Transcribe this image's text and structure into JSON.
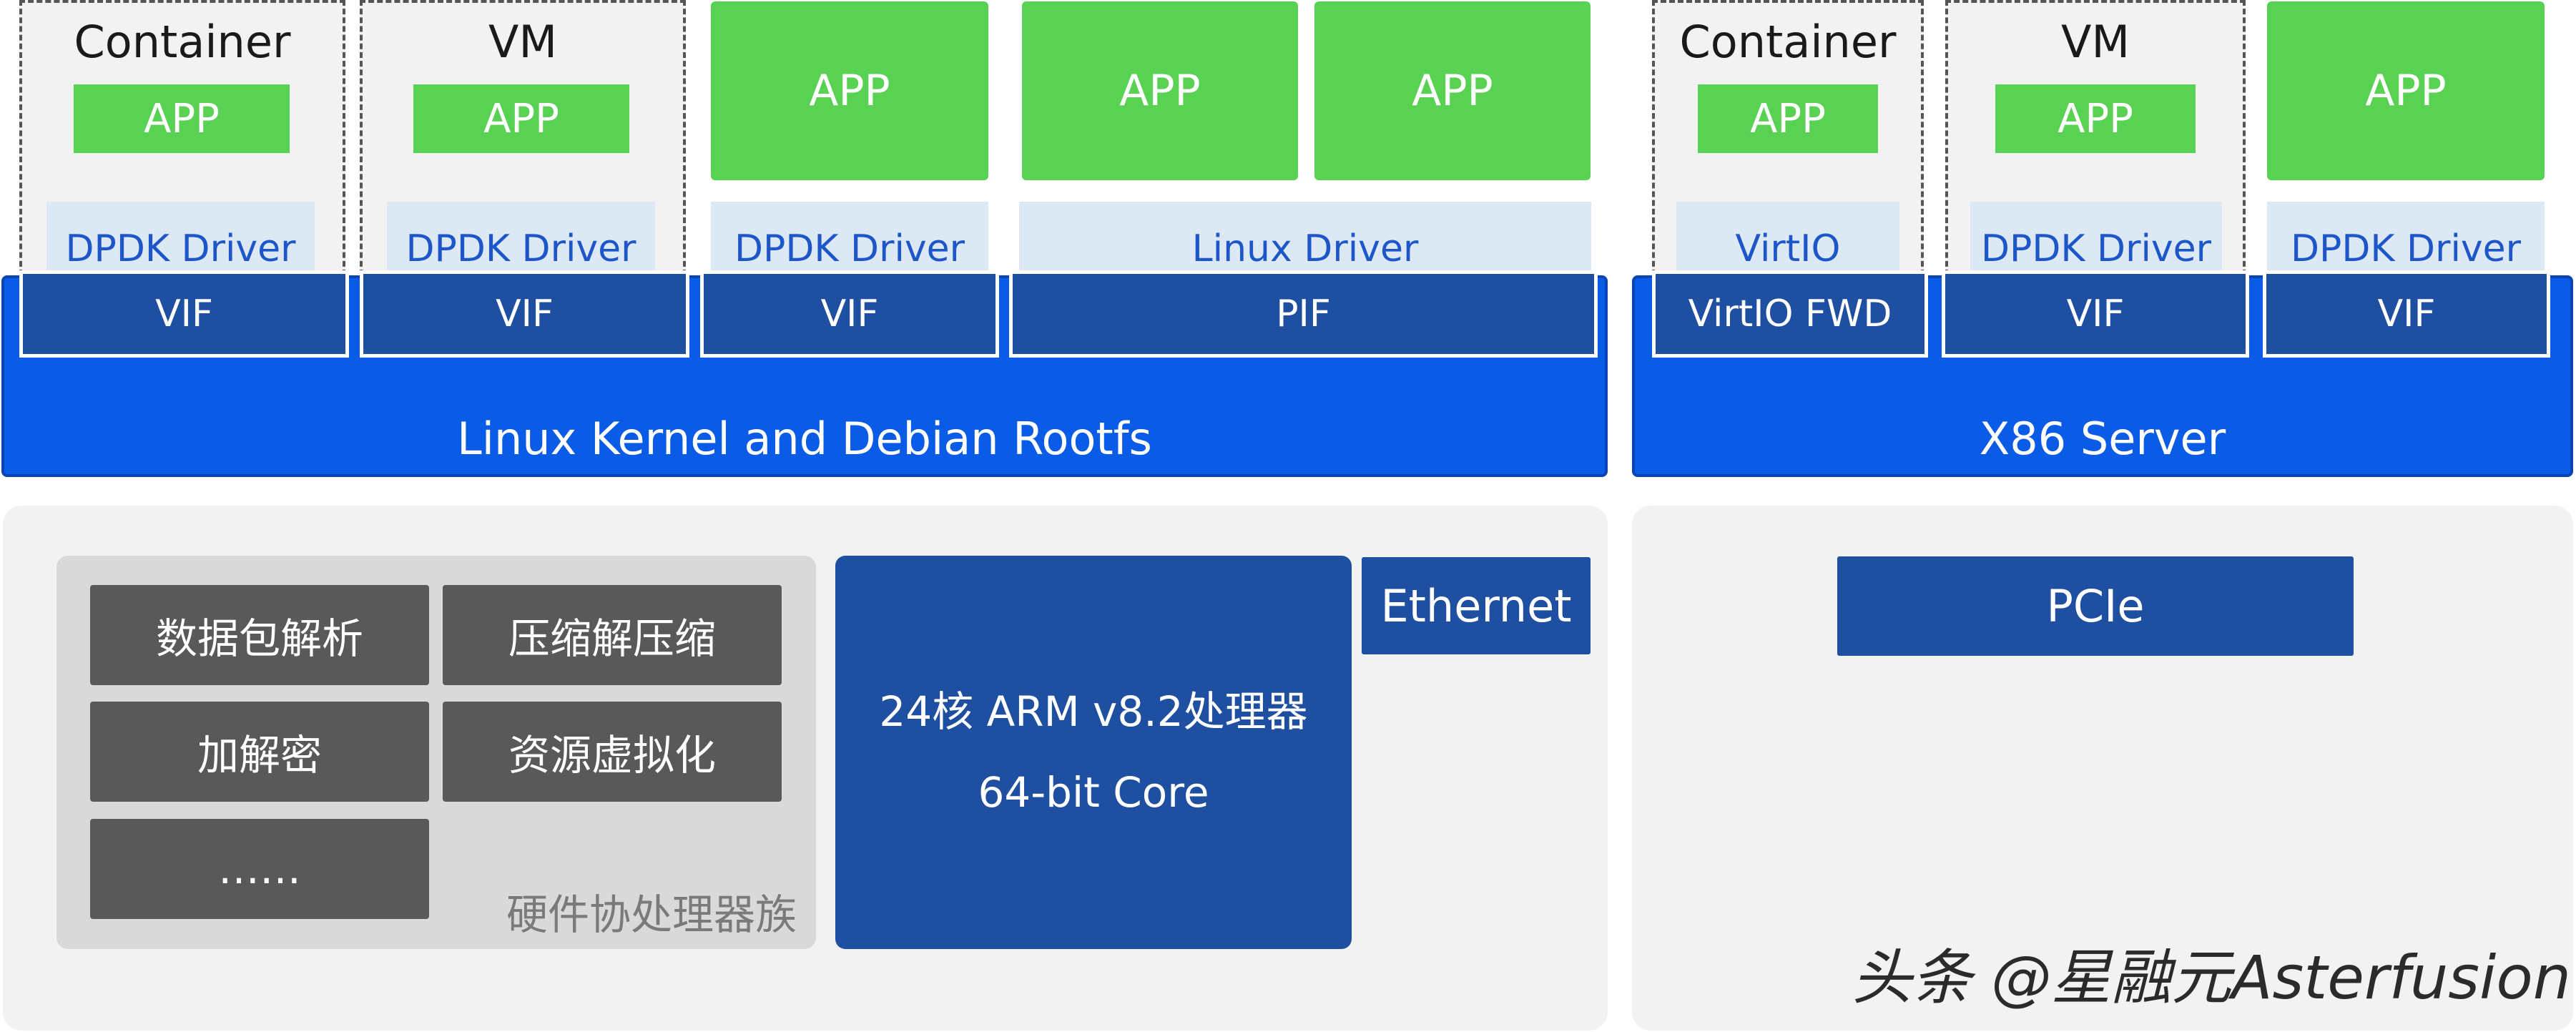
{
  "left": {
    "container1": {
      "title": "Container",
      "app": "APP",
      "driver": "DPDK Driver",
      "vif": "VIF"
    },
    "vm1": {
      "title": "VM",
      "app": "APP",
      "driver": "DPDK Driver",
      "vif": "VIF"
    },
    "host_app": {
      "app": "APP",
      "driver": "DPDK Driver",
      "vif": "VIF"
    },
    "linux_apps": {
      "app1": "APP",
      "app2": "APP",
      "driver": "Linux Driver",
      "pif": "PIF"
    },
    "kernel": "Linux Kernel and Debian Rootfs"
  },
  "right": {
    "container2": {
      "title": "Container",
      "app": "APP",
      "driver": "VirtIO",
      "vif": "VirtIO FWD"
    },
    "vm2": {
      "title": "VM",
      "app": "APP",
      "driver": "DPDK Driver",
      "vif": "VIF"
    },
    "host_app": {
      "app": "APP",
      "driver": "DPDK Driver",
      "vif": "VIF"
    },
    "server": "X86 Server"
  },
  "hardware": {
    "coprocessors": [
      "数据包解析",
      "压缩解压缩",
      "加解密",
      "资源虚拟化",
      "……"
    ],
    "coprocessor_label": "硬件协处理器族",
    "cpu_line1": "24核 ARM v8.2处理器",
    "cpu_line2": "64-bit Core",
    "ethernet": "Ethernet",
    "pcie": "PCIe"
  },
  "watermark": "头条 @星融元Asterfusion",
  "colors": {
    "app_green": "#59d153",
    "driver_bg": "#dde8f5",
    "driver_text": "#1d56c8",
    "interface_blue": "#1f4fa0",
    "kernel_blue": "#0a5be6",
    "coprocessor_gray": "#595959",
    "panel_gray": "#f2f2f2"
  }
}
